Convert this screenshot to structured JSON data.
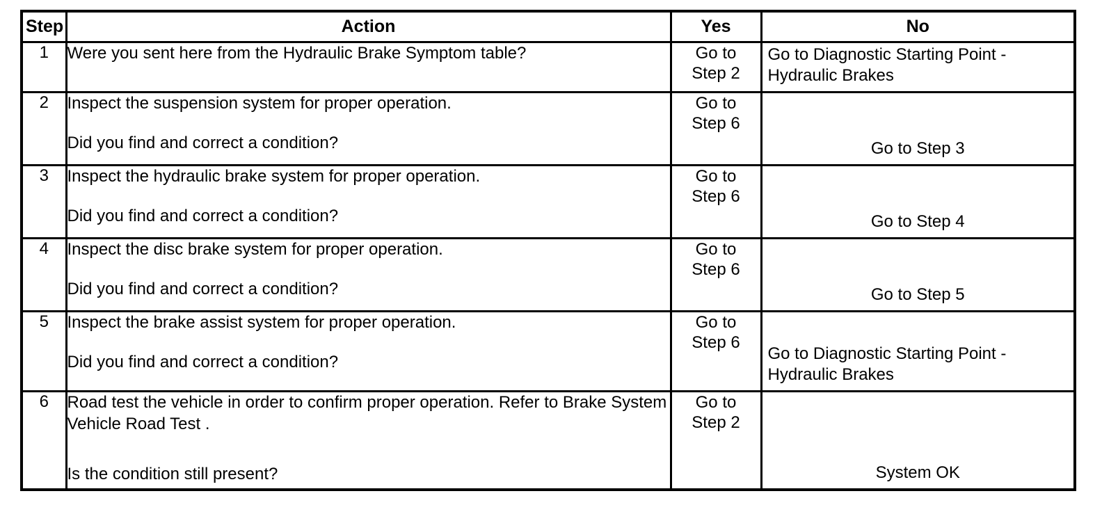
{
  "table": {
    "columns": [
      {
        "key": "step",
        "label": "Step"
      },
      {
        "key": "action",
        "label": "Action"
      },
      {
        "key": "yes",
        "label": "Yes"
      },
      {
        "key": "no",
        "label": "No"
      }
    ],
    "rows": [
      {
        "step": "1",
        "action_line1": "Were you sent here from the Hydraulic Brake Symptom table?",
        "action_line2": "",
        "yes": "Go to\nStep 2",
        "no": "Go to Diagnostic Starting Point - Hydraulic Brakes",
        "no_align": "left"
      },
      {
        "step": "2",
        "action_line1": "Inspect the suspension system for proper operation.",
        "action_line2": "Did you find and correct a condition?",
        "yes": "Go to\nStep 6",
        "no": "Go to Step 3",
        "no_align": "center"
      },
      {
        "step": "3",
        "action_line1": "Inspect the hydraulic brake system for proper operation.",
        "action_line2": "Did you find and correct a condition?",
        "yes": "Go to\nStep 6",
        "no": "Go to Step 4",
        "no_align": "center"
      },
      {
        "step": "4",
        "action_line1": "Inspect the disc brake system for proper operation.",
        "action_line2": "Did you find and correct a condition?",
        "yes": "Go to\nStep 6",
        "no": "Go to Step 5",
        "no_align": "center"
      },
      {
        "step": "5",
        "action_line1": "Inspect the brake assist system for proper operation.",
        "action_line2": "Did you find and correct a condition?",
        "yes": "Go to\nStep 6",
        "no": "Go to Diagnostic Starting Point - Hydraulic Brakes",
        "no_align": "left"
      },
      {
        "step": "6",
        "action_line1": "Road test the vehicle in order to confirm proper operation. Refer to Brake System Vehicle Road Test .",
        "action_line2": "Is the condition still present?",
        "yes": "Go to\nStep 2",
        "no": "System OK",
        "no_align": "center"
      }
    ]
  },
  "colors": {
    "border": "#000000",
    "background": "#ffffff",
    "text": "#000000"
  }
}
